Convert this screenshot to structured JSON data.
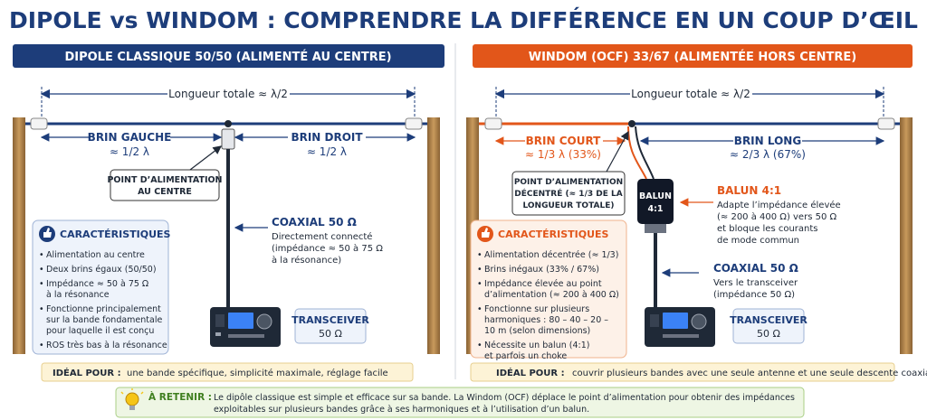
{
  "title": "DIPOLE vs WINDOM : COMPRENDRE LA DIFFÉRENCE EN UN COUP D’ŒIL",
  "colors": {
    "navy": "#1d3d7a",
    "orange": "#e2561a",
    "wood": "#b98a4e",
    "panel_blue": "#eef3fb",
    "panel_orange": "#fdf1e8"
  },
  "dipole": {
    "header": "DIPOLE CLASSIQUE 50/50 (ALIMENTÉ AU CENTRE)",
    "total_length": "Longueur totale ≈ λ/2",
    "left_arm": "BRIN GAUCHE",
    "left_arm_len": "≈ 1/2 λ",
    "right_arm": "BRIN DROIT",
    "right_arm_len": "≈ 1/2 λ",
    "feed_point": [
      "POINT D’ALIMENTATION",
      "AU CENTRE"
    ],
    "coax_title": "COAXIAL 50 Ω",
    "coax_desc": [
      "Directement connecté",
      "(impédance ≈ 50 à 75 Ω",
      "à la résonance)"
    ],
    "transceiver": "TRANSCEIVER",
    "transceiver_imp": "50 Ω",
    "char_title": "CARACTÉRISTIQUES",
    "char_items": [
      [
        "Alimentation au centre"
      ],
      [
        "Deux brins égaux (50/50)"
      ],
      [
        "Impédance ≈ 50 à 75 Ω",
        "à la résonance"
      ],
      [
        "Fonctionne principalement",
        "sur la bande fondamentale",
        "pour laquelle il est conçu"
      ],
      [
        "ROS très bas à la résonance"
      ]
    ],
    "ideal_label": "IDÉAL POUR :",
    "ideal_text": "une bande spécifique, simplicité maximale, réglage facile"
  },
  "windom": {
    "header": "WINDOM (OCF) 33/67 (ALIMENTÉE HORS CENTRE)",
    "total_length": "Longueur totale ≈ λ/2",
    "short_arm": "BRIN COURT",
    "short_arm_len": "≈ 1/3 λ (33%)",
    "long_arm": "BRIN LONG",
    "long_arm_len": "≈ 2/3 λ (67%)",
    "feed_point": [
      "POINT D’ALIMENTATION",
      "DÉCENTRÉ (≈ 1/3 DE LA",
      "LONGUEUR TOTALE)"
    ],
    "balun_label": [
      "BALUN",
      "4:1"
    ],
    "balun_title": "BALUN 4:1",
    "balun_desc": [
      "Adapte l’impédance élevée",
      "(≈ 200 à 400 Ω) vers 50 Ω",
      "et bloque les courants",
      "de mode commun"
    ],
    "coax_title": "COAXIAL 50 Ω",
    "coax_desc": [
      "Vers le transceiver",
      "(impédance 50 Ω)"
    ],
    "transceiver": "TRANSCEIVER",
    "transceiver_imp": "50 Ω",
    "char_title": "CARACTÉRISTIQUES",
    "char_items": [
      [
        "Alimentation décentrée (≈ 1/3)"
      ],
      [
        "Brins inégaux (33% / 67%)"
      ],
      [
        "Impédance élevée au point",
        "d’alimentation (≈ 200 à 400 Ω)"
      ],
      [
        "Fonctionne sur plusieurs",
        "harmoniques : 80 – 40 – 20 –",
        "10 m (selon dimensions)"
      ],
      [
        "Nécessite un balun (4:1)",
        "et parfois un choke"
      ]
    ],
    "ideal_label": "IDÉAL POUR :",
    "ideal_text": "couvrir plusieurs bandes avec une seule antenne et une seule descente coaxiale"
  },
  "retain": {
    "label": "À RETENIR :",
    "lines": [
      "Le dipôle classique est simple et efficace sur sa bande. La Windom (OCF) déplace le point d’alimentation pour obtenir des impédances",
      "exploitables sur plusieurs bandes grâce à ses harmoniques et à l’utilisation d’un balun."
    ]
  }
}
